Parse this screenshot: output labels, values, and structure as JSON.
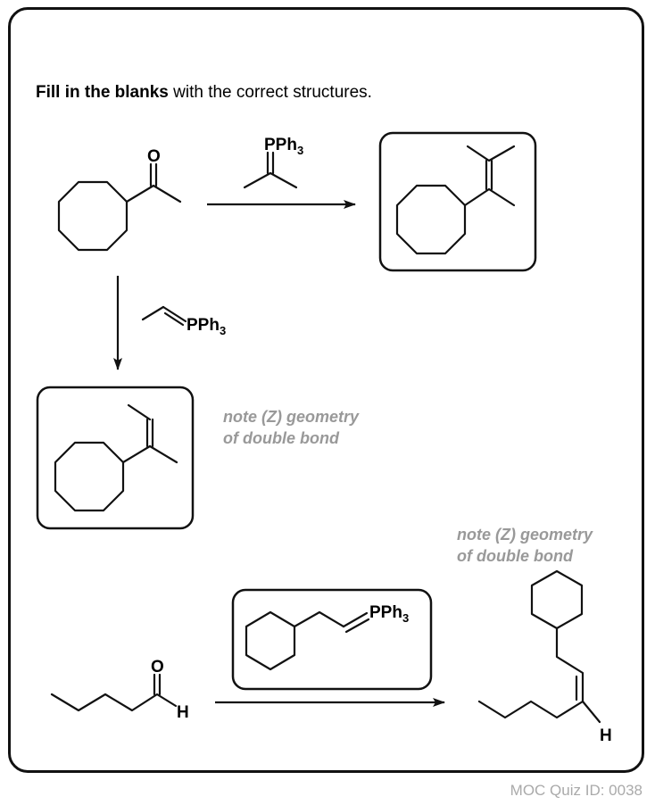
{
  "instructions": {
    "bold": "Fill in the blanks",
    "rest": " with the correct structures."
  },
  "reagents": {
    "r1": "PPh",
    "r1_sub": "3",
    "r2": "PPh",
    "r2_sub": "3",
    "r3": "PPh",
    "r3_sub": "3"
  },
  "atoms": {
    "ketone_O": "O",
    "aldehyde_O": "O",
    "aldehyde_H": "H",
    "product3_H": "H"
  },
  "notes": {
    "note1_line1": "note (Z) geometry",
    "note1_line2": "of double bond",
    "note2_line1": "note (Z) geometry",
    "note2_line2": "of double bond"
  },
  "footer": {
    "quiz_id": "MOC Quiz ID: 0038"
  }
}
